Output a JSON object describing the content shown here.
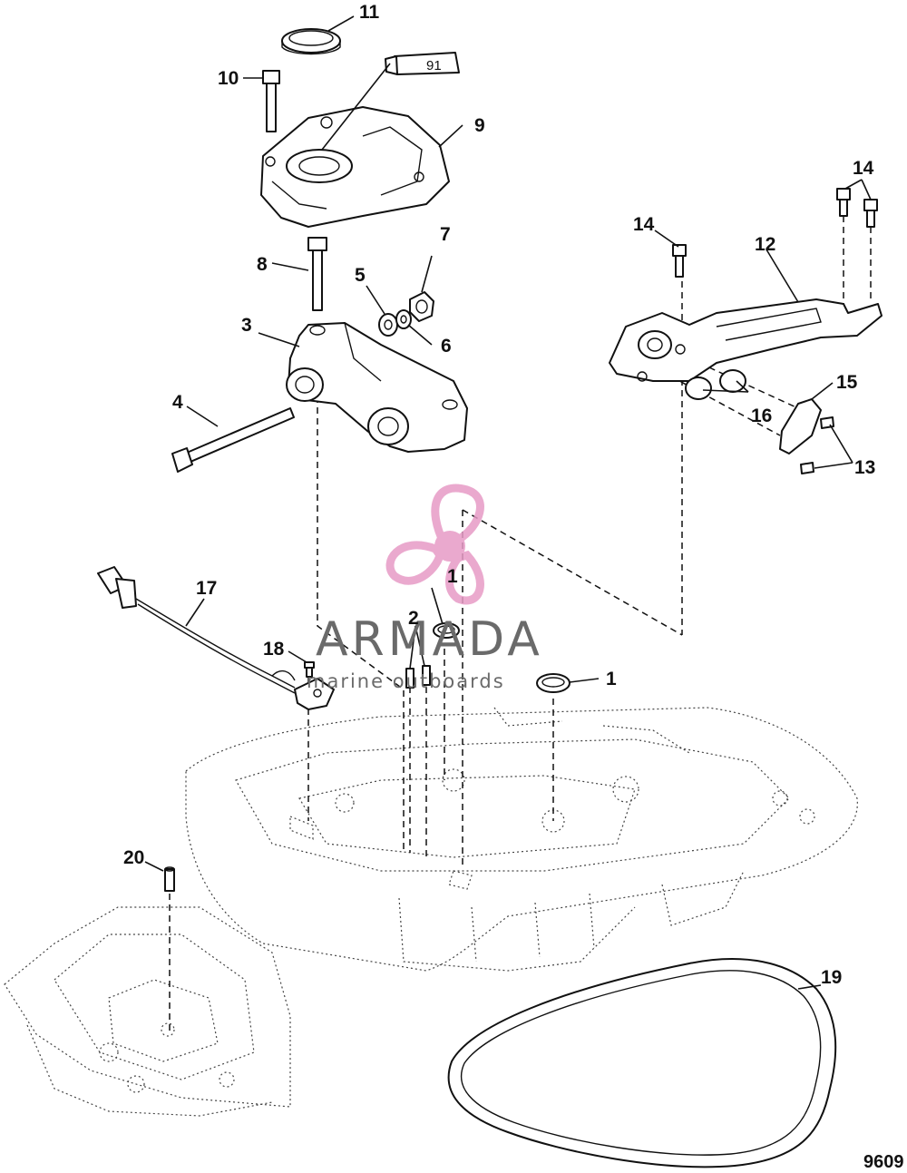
{
  "callouts": [
    {
      "id": "c1a",
      "text": "1"
    },
    {
      "id": "c1b",
      "text": "1"
    },
    {
      "id": "c2",
      "text": "2"
    },
    {
      "id": "c3",
      "text": "3"
    },
    {
      "id": "c4",
      "text": "4"
    },
    {
      "id": "c5",
      "text": "5"
    },
    {
      "id": "c6",
      "text": "6"
    },
    {
      "id": "c7",
      "text": "7"
    },
    {
      "id": "c8",
      "text": "8"
    },
    {
      "id": "c9",
      "text": "9"
    },
    {
      "id": "c10",
      "text": "10"
    },
    {
      "id": "c11",
      "text": "11"
    },
    {
      "id": "c12",
      "text": "12"
    },
    {
      "id": "c13",
      "text": "13"
    },
    {
      "id": "c14a",
      "text": "14"
    },
    {
      "id": "c14b",
      "text": "14"
    },
    {
      "id": "c15",
      "text": "15"
    },
    {
      "id": "c16",
      "text": "16"
    },
    {
      "id": "c17",
      "text": "17"
    },
    {
      "id": "c18",
      "text": "18"
    },
    {
      "id": "c19",
      "text": "19"
    },
    {
      "id": "c20",
      "text": "20"
    }
  ],
  "sealant_tube_label": "91",
  "watermark": {
    "brand": "ARMADA",
    "tagline": "marine outboards",
    "logo_color": "#e79bc6"
  },
  "figure_number": "9609"
}
